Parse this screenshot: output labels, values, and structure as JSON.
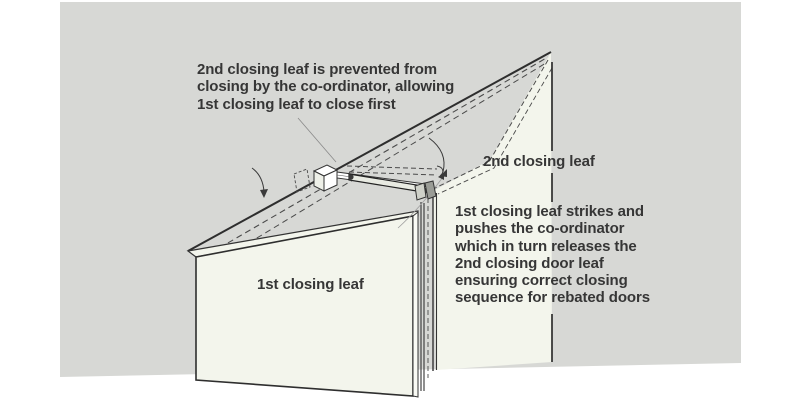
{
  "colors": {
    "wall": "#d7d8d5",
    "door_face": "#f3f5ec",
    "door_edge": "#fafbf5",
    "outline": "#333333",
    "text": "#363636"
  },
  "labels": {
    "leaf1": "1st closing leaf",
    "leaf2": "2nd closing leaf"
  },
  "notes": {
    "top": {
      "lines": [
        "2nd closing leaf is prevented from",
        "closing by the co-ordinator, allowing",
        "1st closing leaf to close first"
      ]
    },
    "right": {
      "lines": [
        "1st closing leaf strikes and",
        "pushes the co-ordinator",
        "which in turn releases the",
        "2nd closing door leaf",
        "ensuring correct closing",
        "sequence for rebated doors"
      ]
    }
  }
}
